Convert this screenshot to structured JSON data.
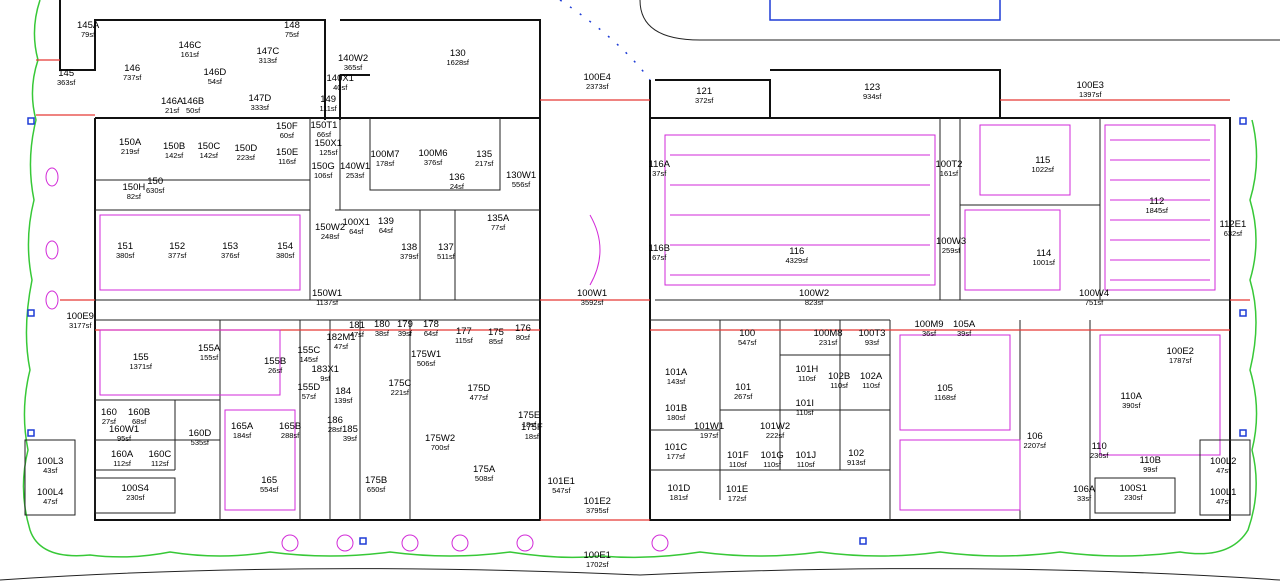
{
  "colors": {
    "wall": "#111111",
    "red_line": "#e53935",
    "furniture": "#d22ad8",
    "site": "#37c837",
    "column": "#1e3cd6"
  },
  "rooms": [
    {
      "id": "145A",
      "area": "79sf"
    },
    {
      "id": "145",
      "area": "363sf"
    },
    {
      "id": "146",
      "area": "737sf"
    },
    {
      "id": "146C",
      "area": "161sf"
    },
    {
      "id": "146D",
      "area": "54sf"
    },
    {
      "id": "146A",
      "area": "21sf"
    },
    {
      "id": "146B",
      "area": "50sf"
    },
    {
      "id": "147C",
      "area": "313sf"
    },
    {
      "id": "148",
      "area": "75sf"
    },
    {
      "id": "147D",
      "area": "333sf"
    },
    {
      "id": "149",
      "area": "111sf"
    },
    {
      "id": "140W2",
      "area": "365sf"
    },
    {
      "id": "140X1",
      "area": "40sf"
    },
    {
      "id": "130",
      "area": "1628sf"
    },
    {
      "id": "100E4",
      "area": "2373sf"
    },
    {
      "id": "121",
      "area": "372sf"
    },
    {
      "id": "123",
      "area": "934sf"
    },
    {
      "id": "100E3",
      "area": "1397sf"
    },
    {
      "id": "150A",
      "area": "219sf"
    },
    {
      "id": "150B",
      "area": "142sf"
    },
    {
      "id": "150C",
      "area": "142sf"
    },
    {
      "id": "150D",
      "area": "223sf"
    },
    {
      "id": "150E",
      "area": "116sf"
    },
    {
      "id": "150F",
      "area": "60sf"
    },
    {
      "id": "150T1",
      "area": "66sf"
    },
    {
      "id": "150X1",
      "area": "125sf"
    },
    {
      "id": "150G",
      "area": "106sf"
    },
    {
      "id": "140W1",
      "area": "253sf"
    },
    {
      "id": "100M7",
      "area": "178sf"
    },
    {
      "id": "100M6",
      "area": "376sf"
    },
    {
      "id": "135",
      "area": "217sf"
    },
    {
      "id": "136",
      "area": "24sf"
    },
    {
      "id": "130W1",
      "area": "556sf"
    },
    {
      "id": "150",
      "area": "630sf"
    },
    {
      "id": "150H",
      "area": "82sf"
    },
    {
      "id": "116A",
      "area": "37sf"
    },
    {
      "id": "100T2",
      "area": "161sf"
    },
    {
      "id": "115",
      "area": "1022sf"
    },
    {
      "id": "112",
      "area": "1845sf"
    },
    {
      "id": "112E1",
      "area": "632sf"
    },
    {
      "id": "151",
      "area": "380sf"
    },
    {
      "id": "152",
      "area": "377sf"
    },
    {
      "id": "153",
      "area": "376sf"
    },
    {
      "id": "154",
      "area": "380sf"
    },
    {
      "id": "150W2",
      "area": "248sf"
    },
    {
      "id": "100X1",
      "area": "64sf"
    },
    {
      "id": "139",
      "area": "64sf"
    },
    {
      "id": "138",
      "area": "379sf"
    },
    {
      "id": "137",
      "area": "511sf"
    },
    {
      "id": "135A",
      "area": "77sf"
    },
    {
      "id": "116B",
      "area": "67sf"
    },
    {
      "id": "116",
      "area": "4329sf"
    },
    {
      "id": "100W3",
      "area": "259sf"
    },
    {
      "id": "114",
      "area": "1001sf"
    },
    {
      "id": "100E9",
      "area": "3177sf"
    },
    {
      "id": "150W1",
      "area": "1137sf"
    },
    {
      "id": "100W1",
      "area": "3592sf"
    },
    {
      "id": "100W2",
      "area": "823sf"
    },
    {
      "id": "100W4",
      "area": "751sf"
    },
    {
      "id": "181",
      "area": "47sf"
    },
    {
      "id": "182M1",
      "area": "47sf"
    },
    {
      "id": "180",
      "area": "38sf"
    },
    {
      "id": "179",
      "area": "39sf"
    },
    {
      "id": "178",
      "area": "64sf"
    },
    {
      "id": "177",
      "area": "115sf"
    },
    {
      "id": "175",
      "area": "85sf"
    },
    {
      "id": "176",
      "area": "80sf"
    },
    {
      "id": "175W1",
      "area": "506sf"
    },
    {
      "id": "100",
      "area": "547sf"
    },
    {
      "id": "100M8",
      "area": "231sf"
    },
    {
      "id": "100T3",
      "area": "93sf"
    },
    {
      "id": "100M9",
      "area": "36sf"
    },
    {
      "id": "105A",
      "area": "39sf"
    },
    {
      "id": "100E2",
      "area": "1787sf"
    },
    {
      "id": "155A",
      "area": "155sf"
    },
    {
      "id": "155",
      "area": "1371sf"
    },
    {
      "id": "155B",
      "area": "26sf"
    },
    {
      "id": "155C",
      "area": "145sf"
    },
    {
      "id": "183X1",
      "area": "9sf"
    },
    {
      "id": "184",
      "area": "139sf"
    },
    {
      "id": "175C",
      "area": "221sf"
    },
    {
      "id": "175D",
      "area": "477sf"
    },
    {
      "id": "101A",
      "area": "143sf"
    },
    {
      "id": "101",
      "area": "267sf"
    },
    {
      "id": "101H",
      "area": "110sf"
    },
    {
      "id": "102B",
      "area": "110sf"
    },
    {
      "id": "102A",
      "area": "110sf"
    },
    {
      "id": "105",
      "area": "1168sf"
    },
    {
      "id": "155D",
      "area": "57sf"
    },
    {
      "id": "101B",
      "area": "180sf"
    },
    {
      "id": "101I",
      "area": "110sf"
    },
    {
      "id": "110A",
      "area": "390sf"
    },
    {
      "id": "160",
      "area": "27sf"
    },
    {
      "id": "160B",
      "area": "68sf"
    },
    {
      "id": "160W1",
      "area": "95sf"
    },
    {
      "id": "160D",
      "area": "535sf"
    },
    {
      "id": "165A",
      "area": "184sf"
    },
    {
      "id": "165B",
      "area": "288sf"
    },
    {
      "id": "186",
      "area": "28sf"
    },
    {
      "id": "185",
      "area": "39sf"
    },
    {
      "id": "175E",
      "area": "18sf"
    },
    {
      "id": "175F",
      "area": "18sf"
    },
    {
      "id": "175W2",
      "area": "700sf"
    },
    {
      "id": "101W1",
      "area": "197sf"
    },
    {
      "id": "101W2",
      "area": "222sf"
    },
    {
      "id": "101C",
      "area": "177sf"
    },
    {
      "id": "106",
      "area": "2207sf"
    },
    {
      "id": "110",
      "area": "230sf"
    },
    {
      "id": "160A",
      "area": "112sf"
    },
    {
      "id": "160C",
      "area": "112sf"
    },
    {
      "id": "165",
      "area": "554sf"
    },
    {
      "id": "175B",
      "area": "650sf"
    },
    {
      "id": "175A",
      "area": "508sf"
    },
    {
      "id": "101F",
      "area": "110sf"
    },
    {
      "id": "101G",
      "area": "110sf"
    },
    {
      "id": "101J",
      "area": "110sf"
    },
    {
      "id": "102",
      "area": "913sf"
    },
    {
      "id": "110B",
      "area": "99sf"
    },
    {
      "id": "100L3",
      "area": "43sf"
    },
    {
      "id": "100L2",
      "area": "47sf"
    },
    {
      "id": "100L4",
      "area": "47sf"
    },
    {
      "id": "100S4",
      "area": "230sf"
    },
    {
      "id": "101E1",
      "area": "547sf"
    },
    {
      "id": "101D",
      "area": "181sf"
    },
    {
      "id": "101E",
      "area": "172sf"
    },
    {
      "id": "106A",
      "area": "33sf"
    },
    {
      "id": "100S1",
      "area": "230sf"
    },
    {
      "id": "100L1",
      "area": "47sf"
    },
    {
      "id": "101E2",
      "area": "3795sf"
    },
    {
      "id": "100E1",
      "area": "1702sf"
    }
  ]
}
